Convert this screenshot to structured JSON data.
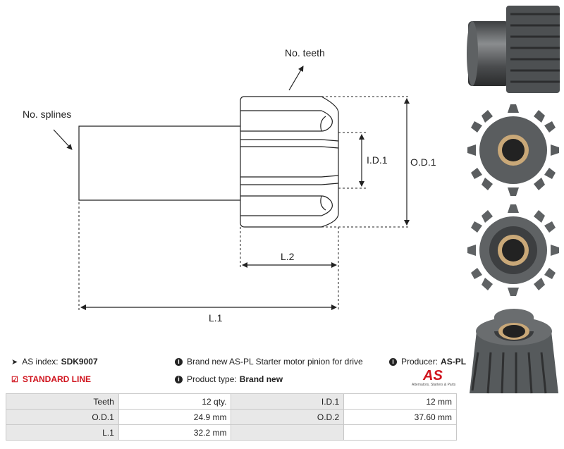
{
  "diagram": {
    "labels": {
      "teeth": "No. teeth",
      "splines": "No. splines",
      "id1": "I.D.1",
      "od1": "O.D.1",
      "l2": "L.2",
      "l1": "L.1"
    }
  },
  "info": {
    "index_label": "AS index:",
    "index_value": "SDK9007",
    "line": "STANDARD LINE",
    "description": "Brand new AS-PL Starter motor pinion for drive",
    "type_label": "Product type:",
    "type_value": "Brand new",
    "producer_label": "Producer:",
    "producer_value": "AS-PL"
  },
  "logo": {
    "mark": "AS",
    "tagline": "Alternators, Starters & Parts"
  },
  "specs": [
    [
      "Teeth",
      "12 qty.",
      "I.D.1",
      "12 mm"
    ],
    [
      "O.D.1",
      "24.9 mm",
      "O.D.2",
      "37.60 mm"
    ],
    [
      "L.1",
      "32.2 mm",
      "",
      ""
    ]
  ],
  "colors": {
    "accent": "#d0141e",
    "metal": "#55585a",
    "brass": "#c9a878"
  },
  "icons": {
    "tag": "tag-icon",
    "check": "check-square-icon",
    "info": "info-icon"
  }
}
